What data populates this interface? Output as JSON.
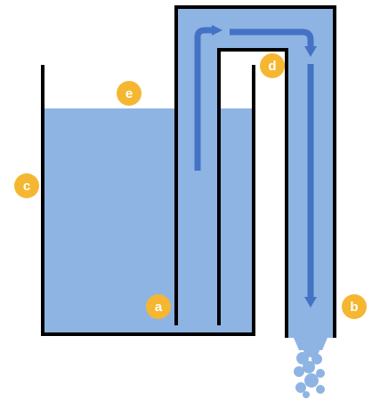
{
  "diagram": {
    "colors": {
      "water": "#8eb4e3",
      "flow_arrow": "#4472c4",
      "wall": "#000000",
      "marker": "#f5b731",
      "marker_text": "#ffffff"
    },
    "markers": [
      {
        "id": "a",
        "label": "a"
      },
      {
        "id": "b",
        "label": "b"
      },
      {
        "id": "c",
        "label": "c"
      },
      {
        "id": "d",
        "label": "d"
      },
      {
        "id": "e",
        "label": "e"
      }
    ]
  }
}
